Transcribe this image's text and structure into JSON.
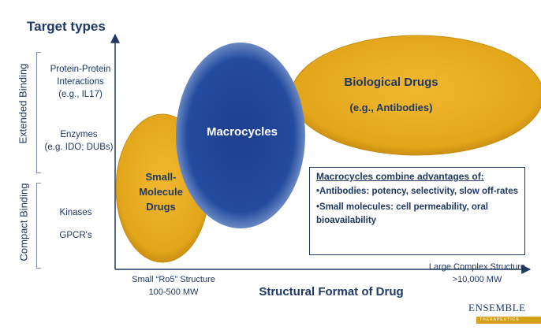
{
  "title": "Target types",
  "y_groups": {
    "extended": "Extended Binding",
    "compact": "Compact Binding"
  },
  "targets": {
    "ppi_line1": "Protein-Protein",
    "ppi_line2": "Interactions",
    "ppi_line3": "(e.g., IL17)",
    "enzymes_line1": "Enzymes",
    "enzymes_line2": "(e.g. IDO; DUBs)",
    "kinases": "Kinases",
    "gpcrs": "GPCR's"
  },
  "x_axis": {
    "left_line1": "Small “Ro5” Structure",
    "left_line2": "100-500 MW",
    "right_line1": "Large Complex Structure",
    "right_line2": ">10,000 MW",
    "label": "Structural Format of Drug"
  },
  "bubbles": {
    "small_line1": "Small-",
    "small_line2": "Molecule",
    "small_line3": "Drugs",
    "macro": "Macrocycles",
    "bio_line1": "Biological Drugs",
    "bio_line2": "(e.g., Antibodies)"
  },
  "callout": {
    "title": "Macrocycles combine advantages of:",
    "bullet1": "•Antibodies:  potency, selectivity, slow off-rates",
    "bullet2": "•Small molecules: cell permeability, oral bioavailability"
  },
  "logo": {
    "name": "ENSEMBLE",
    "sub": "THERAPEUTICS"
  },
  "colors": {
    "navy": "#1f3864",
    "gold": "#e8aa1e",
    "blue_bubble": "#1f4e9a"
  }
}
